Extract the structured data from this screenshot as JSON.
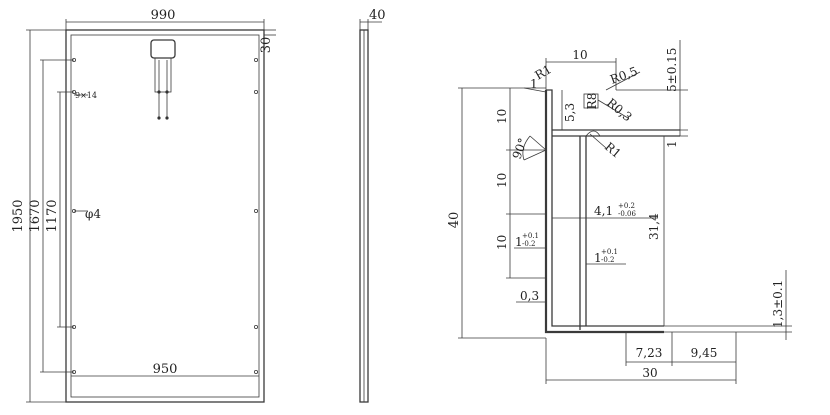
{
  "front_view": {
    "width_outer": "990",
    "width_inner": "950",
    "height_total": "1950",
    "height_holes": "1670",
    "height_mid": "1170",
    "frame_top": "30",
    "slot": "9×14",
    "hole_diameter": "φ4"
  },
  "side_view": {
    "thickness": "40"
  },
  "section": {
    "top_width": "10",
    "r1_top": "R1",
    "r05": "R0,5",
    "r8": "R8",
    "r03": "R0,3",
    "top_tol": "5±0.15",
    "dim_53": "5,3",
    "dim_10a": "10",
    "dim_10b": "10",
    "dim_10c": "10",
    "angle": "90°",
    "r1_inner": "R1",
    "dim_1_right": "1",
    "height": "40",
    "d41": "4,1",
    "d41_up": "+0.2",
    "d41_low": "-0.06",
    "d1a": "1",
    "d1a_up": "+0.1",
    "d1a_low": "-0.2",
    "d1b": "1",
    "d1b_up": "+0.1",
    "d1b_low": "-0.2",
    "web": "31,4",
    "d03": "0,3",
    "bottom_tol": "1,3±0.1",
    "d723": "7,23",
    "d945": "9,45",
    "base_width": "30"
  }
}
